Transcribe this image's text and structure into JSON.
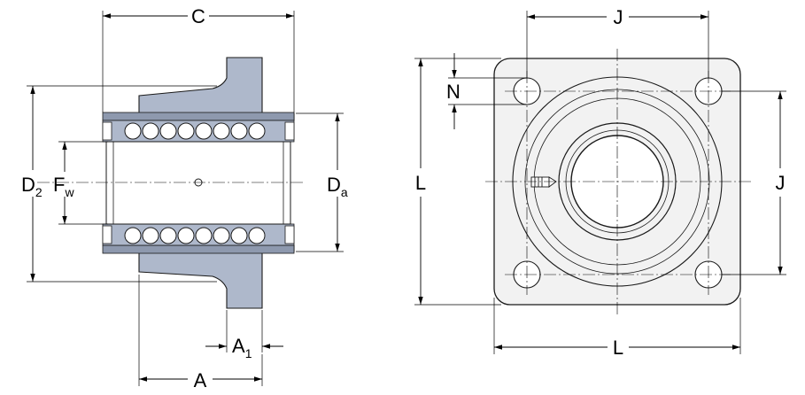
{
  "colors": {
    "housing": "#aeb8cb",
    "housing_dark": "#8e99ae",
    "sleeve": "#f2f2f2",
    "line": "#000000"
  },
  "labels": {
    "C": "C",
    "A": "A",
    "A1_main": "A",
    "A1_sub": "1",
    "D2_main": "D",
    "D2_sub": "2",
    "Fw_main": "F",
    "Fw_sub": "w",
    "Da_main": "D",
    "Da_sub": "a",
    "L_vertical": "L",
    "L_horizontal": "L",
    "J_top": "J",
    "J_right": "J",
    "N": "N"
  }
}
